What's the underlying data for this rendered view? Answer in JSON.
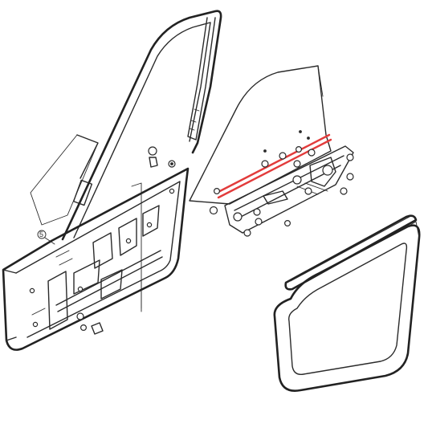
{
  "diagram": {
    "highlight_color": "#e23b3b",
    "ink_color": "#2a2a2a",
    "background_color": "#ffffff",
    "callout_number": "5",
    "parts": [
      "window-frame",
      "quarter-glass",
      "door-shell",
      "door-glass",
      "window-regulator",
      "glass-run-channel",
      "door-weatherstrip",
      "belt-moulding"
    ]
  }
}
